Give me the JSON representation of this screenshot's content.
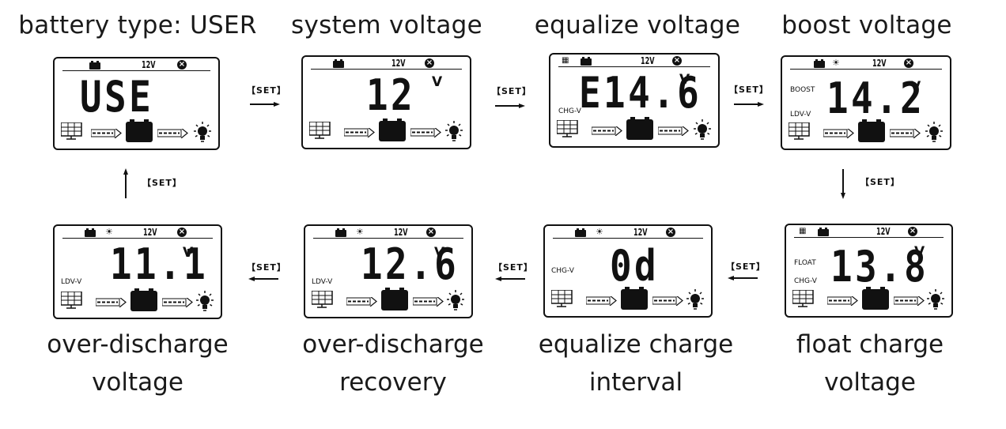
{
  "top_titles": [
    "battery type: USER",
    "system voltage",
    "equalize voltage",
    "boost voltage"
  ],
  "bottom_captions": [
    [
      "over-discharge",
      "voltage"
    ],
    [
      "over-discharge",
      "recovery"
    ],
    [
      "equalize charge",
      "interval"
    ],
    [
      "float charge",
      "voltage"
    ]
  ],
  "set_label": "【SET】",
  "panels": {
    "user": {
      "status": "12V",
      "value": "USE"
    },
    "sys": {
      "status": "12V",
      "value": "12",
      "unit": "V"
    },
    "eq": {
      "status": "12V",
      "value": "E14.6",
      "unit": "V",
      "label": "CHG-V"
    },
    "boost": {
      "status": "12V",
      "value": "14.2",
      "unit": "V",
      "label_top": "BOOST",
      "label_bottom": "LDV-V"
    },
    "float": {
      "status": "12V",
      "value": "13.8",
      "unit": "V",
      "label_top": "FLOAT",
      "label_bottom": "CHG-V"
    },
    "eqint": {
      "status": "12V",
      "value": "0d",
      "label": "CHG-V"
    },
    "recov": {
      "status": "12V",
      "value": "12.6",
      "unit": "V",
      "label": "LDV-V"
    },
    "overd": {
      "status": "12V",
      "value": "11.1",
      "unit": "V",
      "label": "LDV-V"
    }
  },
  "icons": [
    "battery-icon",
    "sun-icon",
    "solar-panel-icon",
    "fault-icon",
    "bulb-icon",
    "arrow-icon"
  ]
}
